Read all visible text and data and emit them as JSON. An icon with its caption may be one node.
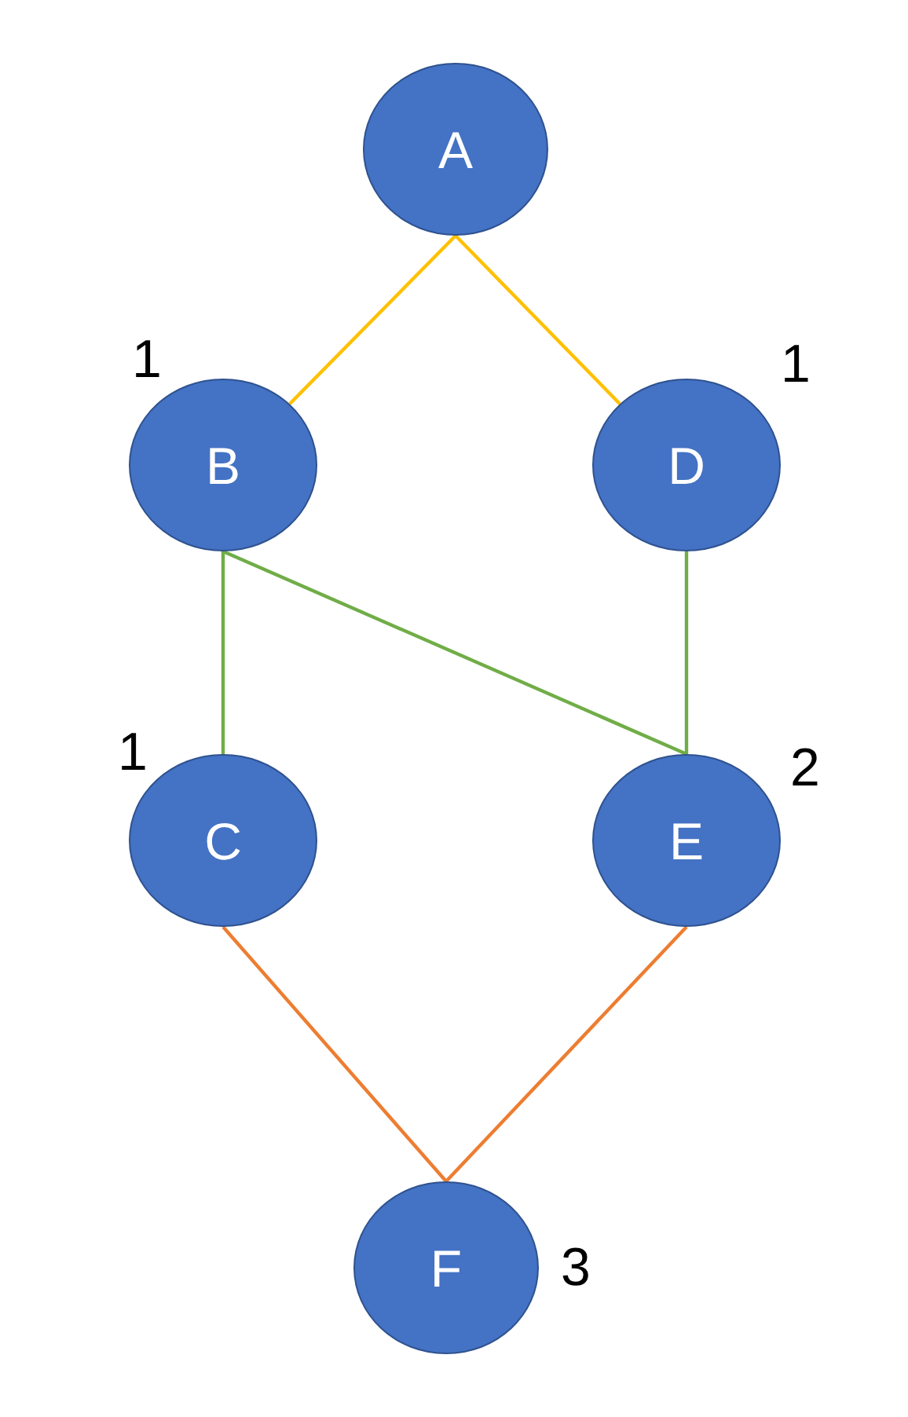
{
  "diagram": {
    "nodes": [
      {
        "text": [
          "A"
        ]
      },
      {
        "text": [
          "B"
        ],
        "beside": [
          "1"
        ]
      },
      {
        "text": [
          "D"
        ],
        "beside": [
          "1"
        ]
      },
      {
        "text": [
          "C"
        ],
        "beside": [
          "1"
        ]
      },
      {
        "text": [
          "E"
        ],
        "beside": [
          "2"
        ]
      },
      {
        "text": [
          "F"
        ],
        "beside": [
          "3"
        ]
      }
    ],
    "edges": [
      {
        "from": 0,
        "to": 1,
        "arrow": "none",
        "color": "#ffc000"
      },
      {
        "from": 0,
        "to": 2,
        "arrow": "none",
        "color": "#ffc000"
      },
      {
        "from": 1,
        "to": 3,
        "arrow": "none"
      },
      {
        "from": 1,
        "to": 4,
        "arrow": "none"
      },
      {
        "from": 2,
        "to": 4,
        "arrow": "none"
      },
      {
        "from": 3,
        "to": 5,
        "arrow": "none",
        "color": "#ed7d31"
      },
      {
        "from": 4,
        "to": 5,
        "arrow": "none",
        "color": "#ed7d31"
      }
    ]
  }
}
